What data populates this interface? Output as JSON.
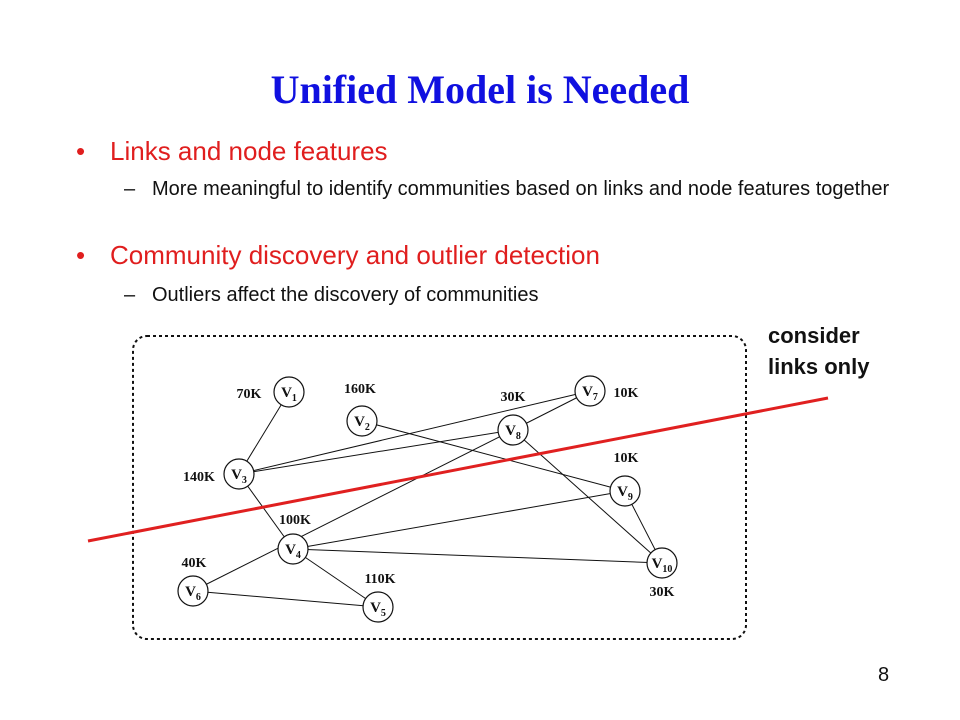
{
  "title": "Unified Model is Needed",
  "bullets": [
    {
      "marker": "•",
      "text": "Links and node features",
      "sub": [
        {
          "marker": "–",
          "text": "More meaningful to identify communities based on links and node features together"
        }
      ]
    },
    {
      "marker": "•",
      "text": "Community discovery and outlier detection",
      "sub": [
        {
          "marker": "–",
          "text": "Outliers affect the discovery of communities"
        }
      ]
    }
  ],
  "side_note": {
    "line1": "consider",
    "line2": "links only"
  },
  "page_number": "8",
  "colors": {
    "title": "#1010e0",
    "bullet": "#e01e1e",
    "cut_line": "#e02020",
    "text": "#111111"
  },
  "graph": {
    "nodes": [
      {
        "id": "v1",
        "letter": "V",
        "sub": "1",
        "value": "70K"
      },
      {
        "id": "v2",
        "letter": "V",
        "sub": "2",
        "value": "160K"
      },
      {
        "id": "v3",
        "letter": "V",
        "sub": "3",
        "value": "140K"
      },
      {
        "id": "v4",
        "letter": "V",
        "sub": "4",
        "value": "100K"
      },
      {
        "id": "v5",
        "letter": "V",
        "sub": "5",
        "value": "110K"
      },
      {
        "id": "v6",
        "letter": "V",
        "sub": "6",
        "value": "40K"
      },
      {
        "id": "v7",
        "letter": "V",
        "sub": "7",
        "value": "10K"
      },
      {
        "id": "v8",
        "letter": "V",
        "sub": "8",
        "value": "30K"
      },
      {
        "id": "v9",
        "letter": "V",
        "sub": "9",
        "value": "10K"
      },
      {
        "id": "v10",
        "letter": "V",
        "sub": "10",
        "value": "30K"
      }
    ],
    "edges": [
      [
        "v1",
        "v3"
      ],
      [
        "v3",
        "v8"
      ],
      [
        "v3",
        "v7"
      ],
      [
        "v3",
        "v4"
      ],
      [
        "v2",
        "v9"
      ],
      [
        "v8",
        "v6"
      ],
      [
        "v8",
        "v10"
      ],
      [
        "v7",
        "v8"
      ],
      [
        "v9",
        "v10"
      ],
      [
        "v4",
        "v9"
      ],
      [
        "v4",
        "v10"
      ],
      [
        "v6",
        "v5"
      ],
      [
        "v4",
        "v5"
      ]
    ]
  }
}
